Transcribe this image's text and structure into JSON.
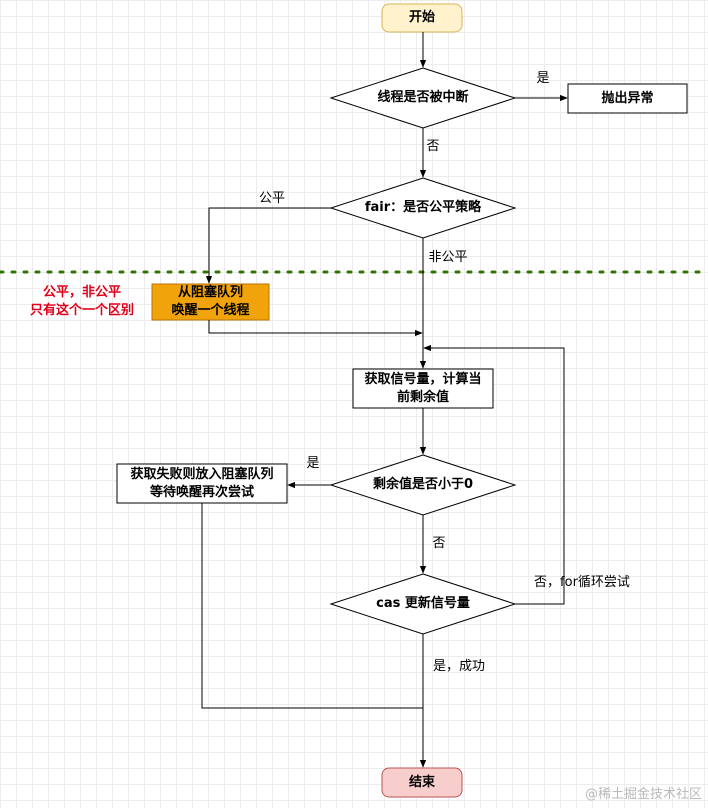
{
  "colors": {
    "start_fill": "#fff2cc",
    "start_stroke": "#d6b656",
    "end_fill": "#f8cecc",
    "end_stroke": "#b85450",
    "highlight_fill": "#f0a30a",
    "highlight_stroke": "#bd7000",
    "divider": "#2d7600",
    "note_text": "#e0001a"
  },
  "nodes": {
    "start": "开始",
    "check_interrupt": "线程是否被中断",
    "throw_exception": "抛出异常",
    "fair_check": "fair：是否公平策略",
    "wake_thread": "从阻塞队列\n唤醒一个线程",
    "acquire_calc": "获取信号量，计算当\n前剩余值",
    "remaining_check": "剩余值是否小于0",
    "fail_block": "获取失败则放入阻塞队列\n等待唤醒再次尝试",
    "cas_update": "cas 更新信号量",
    "end": "结束"
  },
  "edge_labels": {
    "interrupt_yes": "是",
    "interrupt_no": "否",
    "fair_yes": "公平",
    "fair_no": "非公平",
    "remaining_yes": "是",
    "remaining_no": "否",
    "cas_retry": "否，for循环尝试",
    "cas_success": "是，成功"
  },
  "note": "公平，非公平\n只有这个一个区别",
  "watermark": "@稀土掘金技术社区"
}
